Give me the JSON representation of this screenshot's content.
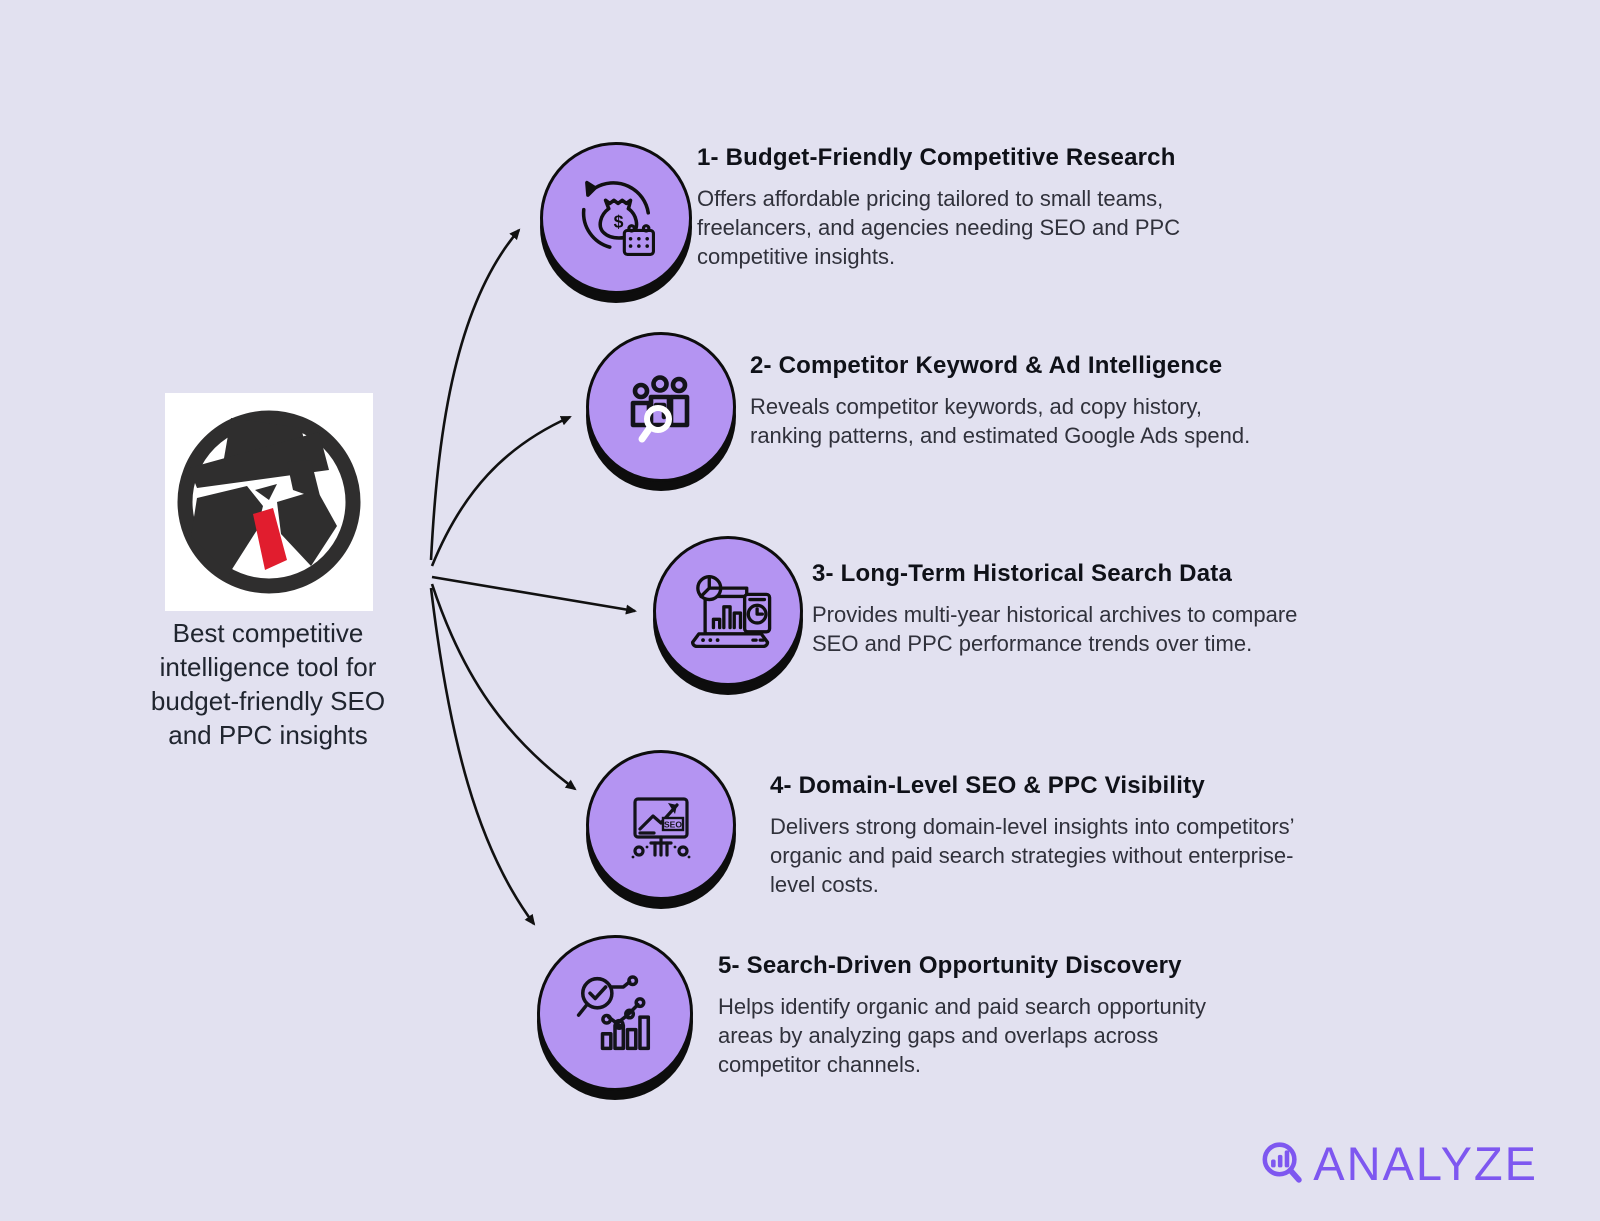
{
  "colors": {
    "background": "#e2e1f0",
    "node_fill": "#b494f2",
    "node_stroke": "#0d0d0d",
    "brand_purple": "#7e57f0",
    "tie_red": "#e11d2e",
    "spy_dark": "#2f2e2e"
  },
  "hub": {
    "logo_icon": "spy-logo",
    "caption_lines": [
      "Best competitive",
      "intelligence tool for",
      "budget-friendly SEO",
      "and PPC insights"
    ]
  },
  "items": [
    {
      "icon": "budget-research-icon",
      "title": "1- Budget-Friendly Competitive Research",
      "desc_lines": [
        "Offers affordable pricing tailored to small teams,",
        "freelancers, and agencies needing SEO and PPC",
        "competitive insights."
      ]
    },
    {
      "icon": "team-search-icon",
      "title": "2- Competitor Keyword & Ad Intelligence",
      "desc_lines": [
        "Reveals competitor keywords, ad copy history,",
        "ranking patterns, and estimated Google Ads spend."
      ]
    },
    {
      "icon": "historical-data-icon",
      "title": "3- Long-Term Historical Search Data",
      "desc_lines": [
        "Provides multi-year historical archives to compare",
        "SEO and PPC performance trends over time."
      ]
    },
    {
      "icon": "seo-monitor-icon",
      "title": "4- Domain-Level SEO & PPC Visibility",
      "desc_lines": [
        "Delivers strong domain-level insights into competitors’",
        "organic and paid search strategies without enterprise-",
        "level costs."
      ]
    },
    {
      "icon": "opportunity-discovery-icon",
      "title": "5- Search-Driven Opportunity Discovery",
      "desc_lines": [
        "Helps identify organic and paid search opportunity",
        "areas by analyzing gaps and overlaps across",
        "competitor channels."
      ]
    }
  ],
  "icon_glyphs": {
    "dollar": "$",
    "seo": "SEO"
  },
  "brand": {
    "label": "ANALYZE",
    "icon": "magnifier-bars-icon"
  }
}
